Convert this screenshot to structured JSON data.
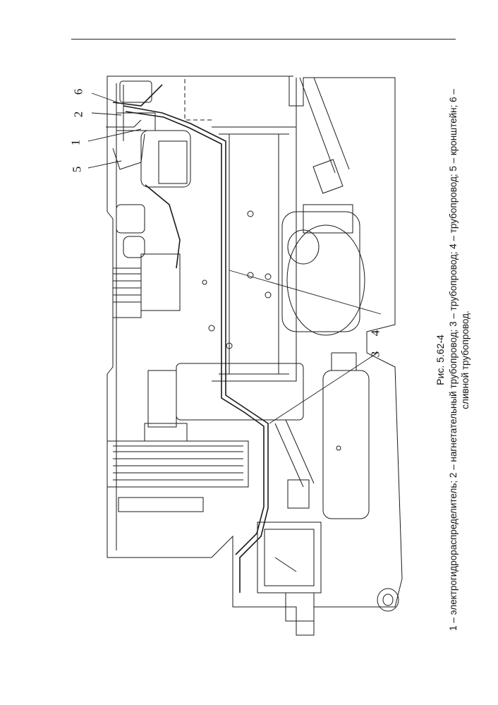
{
  "figure": {
    "title": "Рис. 5.62-4",
    "legend_line1": "1 – электрогидрораспределитель; 2 – нагнетательный трубопровод; 3 – трубопровод; 4 – трубопровод; 5 – кронштейн; 6 –",
    "legend_line2": "сливной трубопровод."
  },
  "callouts": {
    "c1": "1",
    "c2": "2",
    "c3": "3",
    "c4": "4",
    "c5": "5",
    "c6": "6"
  }
}
